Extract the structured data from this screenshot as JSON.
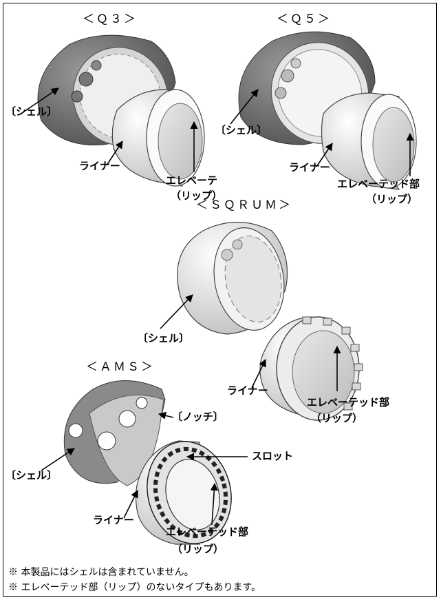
{
  "sections": {
    "q3": {
      "title": "＜Ｑ３＞",
      "shell": "〔シェル〕",
      "liner": "ライナー",
      "elevated": "エレベーテ",
      "lip": "（リップ）"
    },
    "q5": {
      "title": "＜Ｑ５＞",
      "shell": "〔シェル〕",
      "liner": "ライナー",
      "elevated": "エレベーテッド部",
      "lip": "（リップ）"
    },
    "sqrum": {
      "title": "＜ＳＱＲＵＭ＞",
      "shell": "〔シェル〕",
      "liner": "ライナー",
      "elevated": "エレベーテッド部",
      "lip": "（リップ）"
    },
    "ams": {
      "title": "＜ＡＭＳ＞",
      "notch": "〔ノッチ〕",
      "shell": "〔シェル〕",
      "slot": "スロット",
      "liner": "ライナー",
      "elevated": "エレベーテッド部",
      "lip": "（リップ）"
    }
  },
  "notes": [
    "※ 本製品にはシェルは含まれていません。",
    "※ エレベーテッド部（リップ）のないタイプもあります。"
  ]
}
